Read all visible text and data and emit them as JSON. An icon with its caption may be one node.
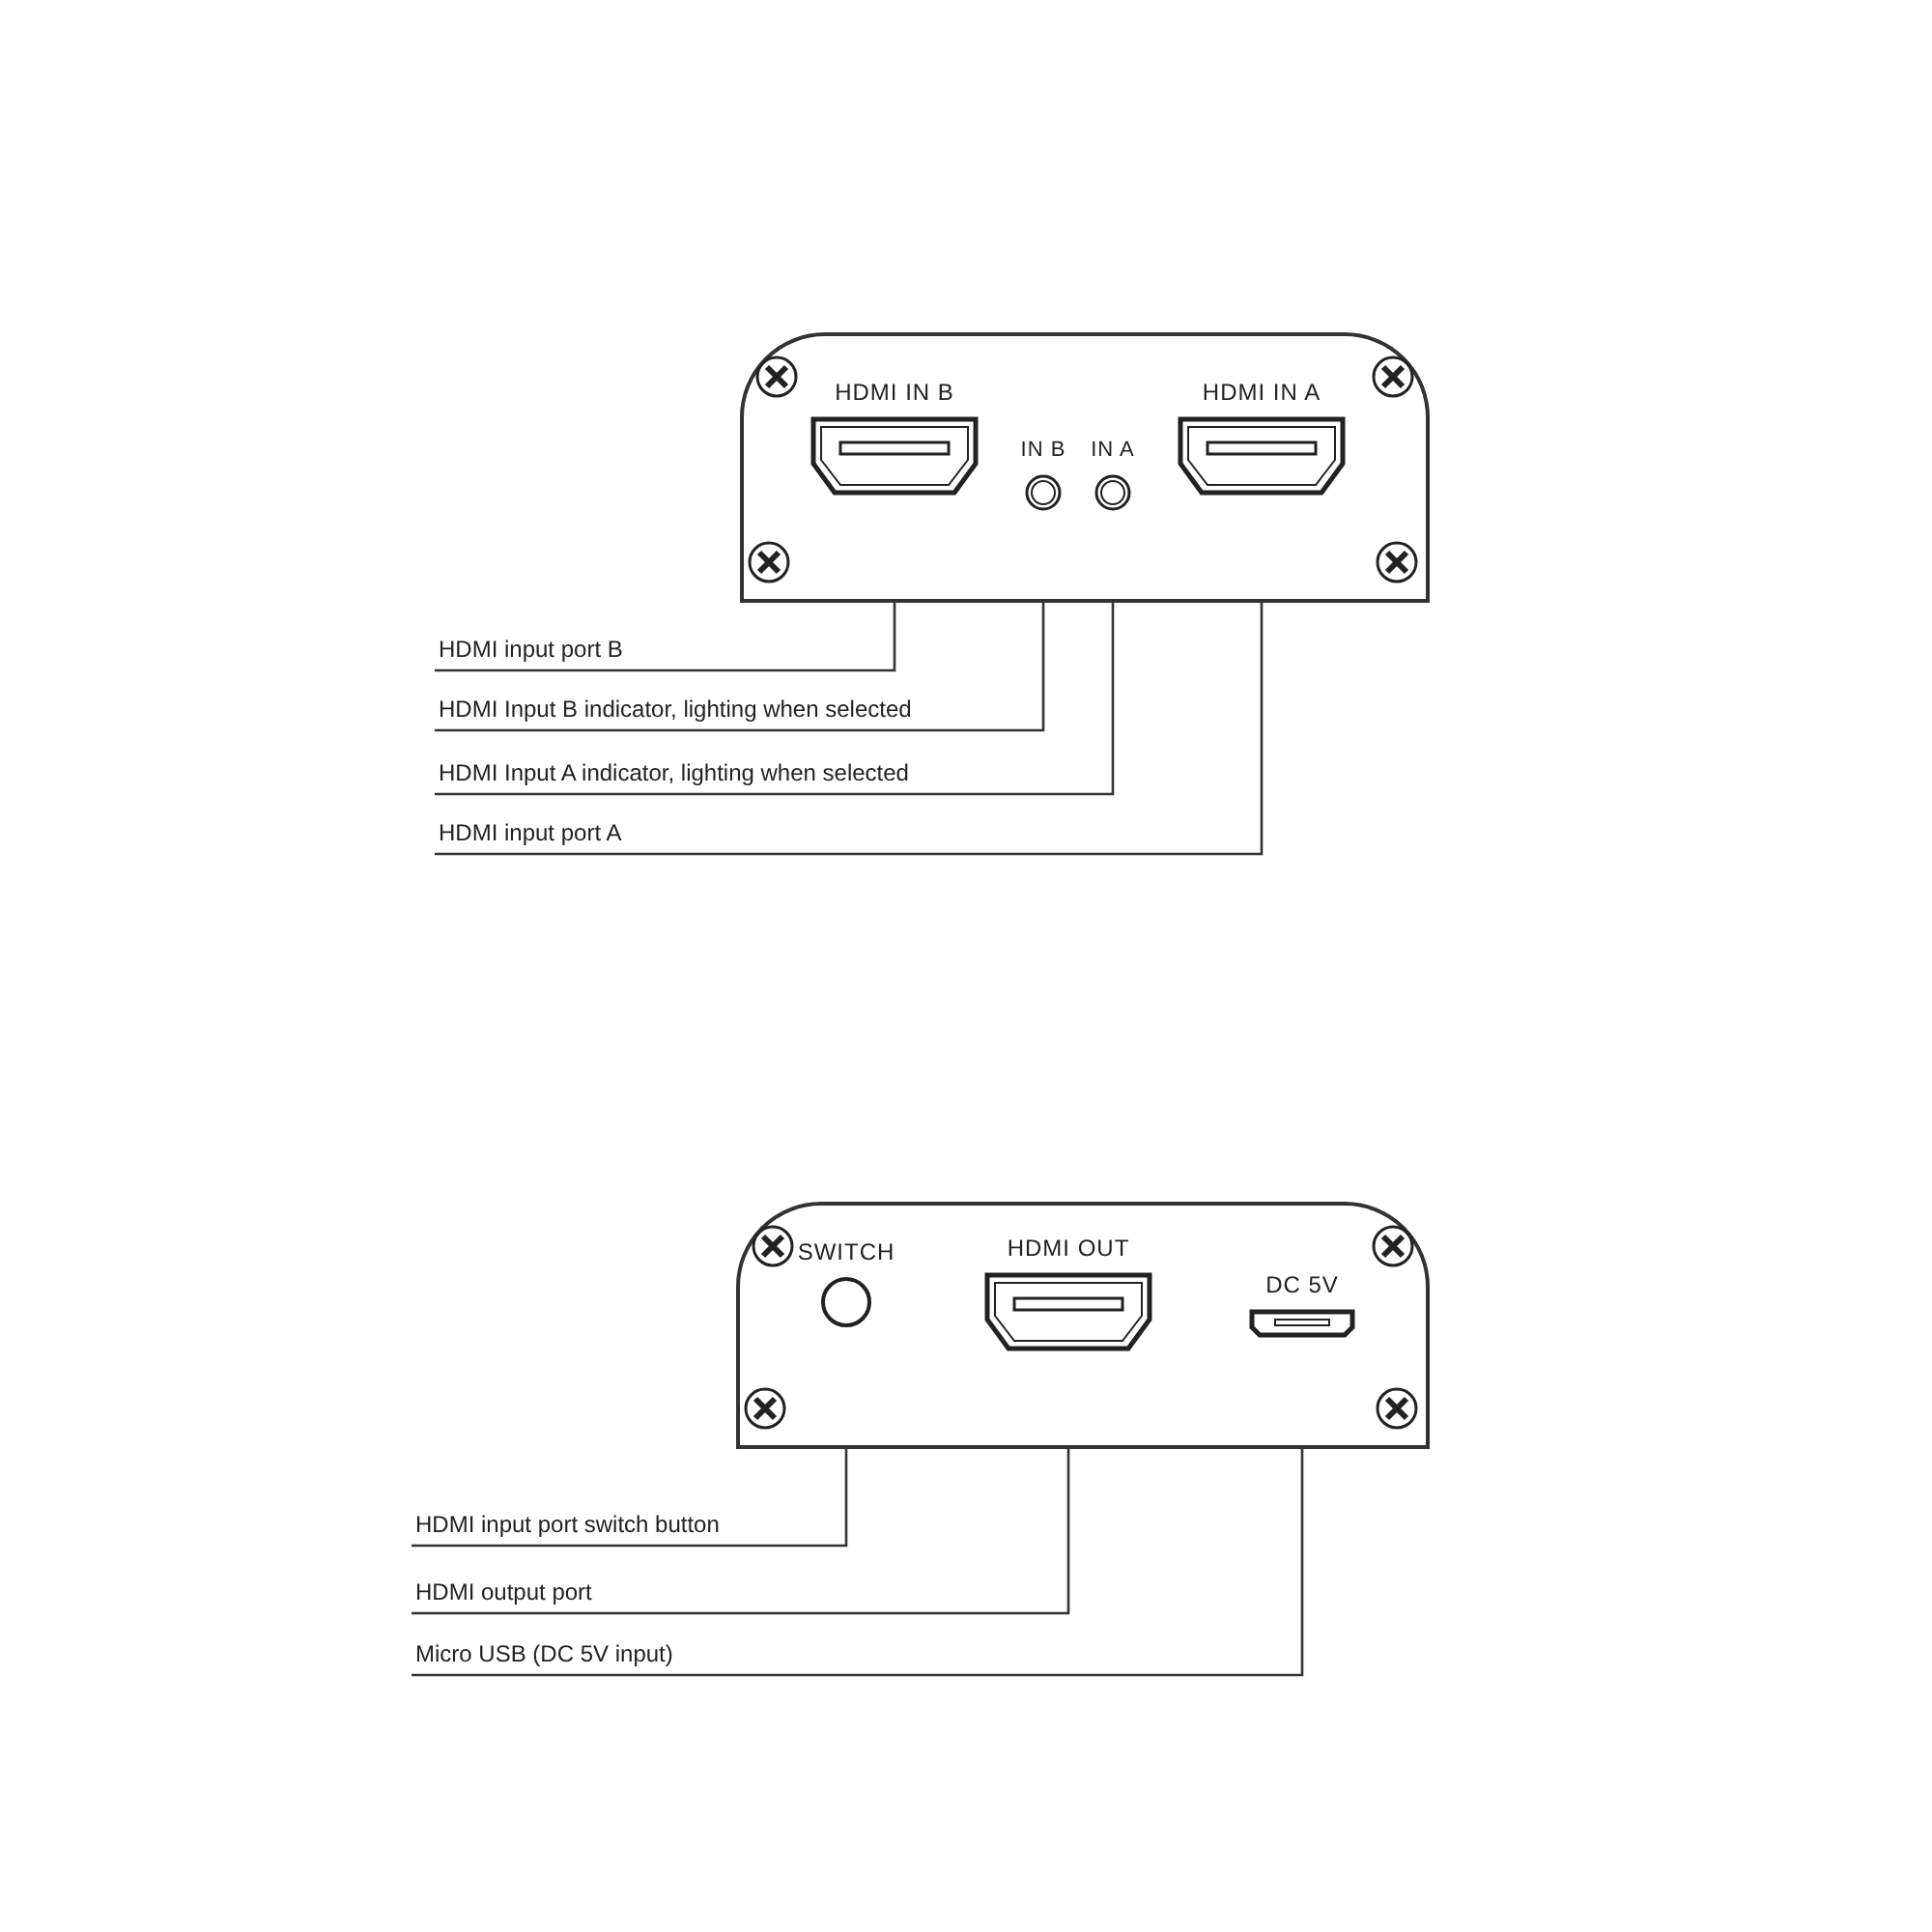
{
  "diagram": {
    "nodes": [
      {
        "text": [],
        "shape": "box"
      },
      {
        "text": [
          "HDMI IN B"
        ],
        "in": 0
      },
      {
        "text": [
          "IN B"
        ],
        "in": 0
      },
      {
        "text": [
          "IN A"
        ],
        "in": 0
      },
      {
        "text": [
          "HDMI IN A"
        ],
        "in": 0
      },
      {
        "text": [
          "HDMI input port B"
        ]
      },
      {
        "text": [
          "HDMI Input B indicator, lighting when selected"
        ]
      },
      {
        "text": [
          "HDMI Input A indicator, lighting when selected"
        ]
      },
      {
        "text": [
          "HDMI input port A"
        ]
      },
      {
        "text": [],
        "shape": "box"
      },
      {
        "text": [
          "SWITCH"
        ],
        "in": 9
      },
      {
        "text": [
          "HDMI OUT"
        ],
        "in": 9
      },
      {
        "text": [
          "DC 5V"
        ],
        "in": 9
      },
      {
        "text": [
          "HDMI input port switch button"
        ]
      },
      {
        "text": [
          "HDMI output port"
        ]
      },
      {
        "text": [
          "Micro USB (DC 5V input)"
        ]
      }
    ],
    "edges": [
      {
        "from": 5,
        "to": 1,
        "arrow": "none"
      },
      {
        "from": 6,
        "to": 2,
        "arrow": "none"
      },
      {
        "from": 7,
        "to": 3,
        "arrow": "none"
      },
      {
        "from": 8,
        "to": 4,
        "arrow": "none"
      },
      {
        "from": 13,
        "to": 10,
        "arrow": "none"
      },
      {
        "from": 14,
        "to": 11,
        "arrow": "none"
      },
      {
        "from": 15,
        "to": 12,
        "arrow": "none"
      }
    ]
  }
}
